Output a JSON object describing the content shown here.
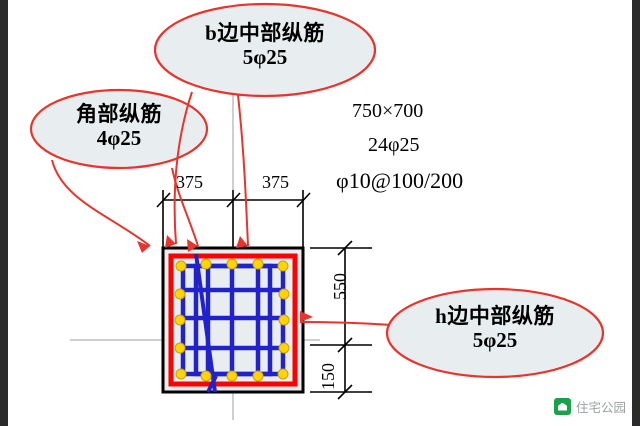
{
  "figure": {
    "title": "column-reinforcement-section",
    "callouts": [
      {
        "id": "corner",
        "line1": "角部纵筋",
        "line2": "4φ25"
      },
      {
        "id": "b-side-middle",
        "line1": "b边中部纵筋",
        "line2": "5φ25"
      },
      {
        "id": "h-side-middle",
        "line1": "h边中部纵筋",
        "line2": "5φ25"
      }
    ],
    "specs": {
      "size": "750×700",
      "longitudinal": "24φ25",
      "stirrup": "φ10@100/200"
    },
    "dimensions": {
      "top_left": "375",
      "top_right": "375",
      "right_upper": "550",
      "right_lower": "150"
    },
    "colors": {
      "callout_stroke": "#e8342c",
      "section_outline": "#000000",
      "concrete_fill": "#e8eef0",
      "stirrup": "#ff0000",
      "longitudinal_bar": "#ffd400",
      "inner_tie": "#2222cc",
      "text": "#000000",
      "band": "#2b2b2b"
    },
    "watermark": {
      "label": "住宅公园"
    }
  }
}
